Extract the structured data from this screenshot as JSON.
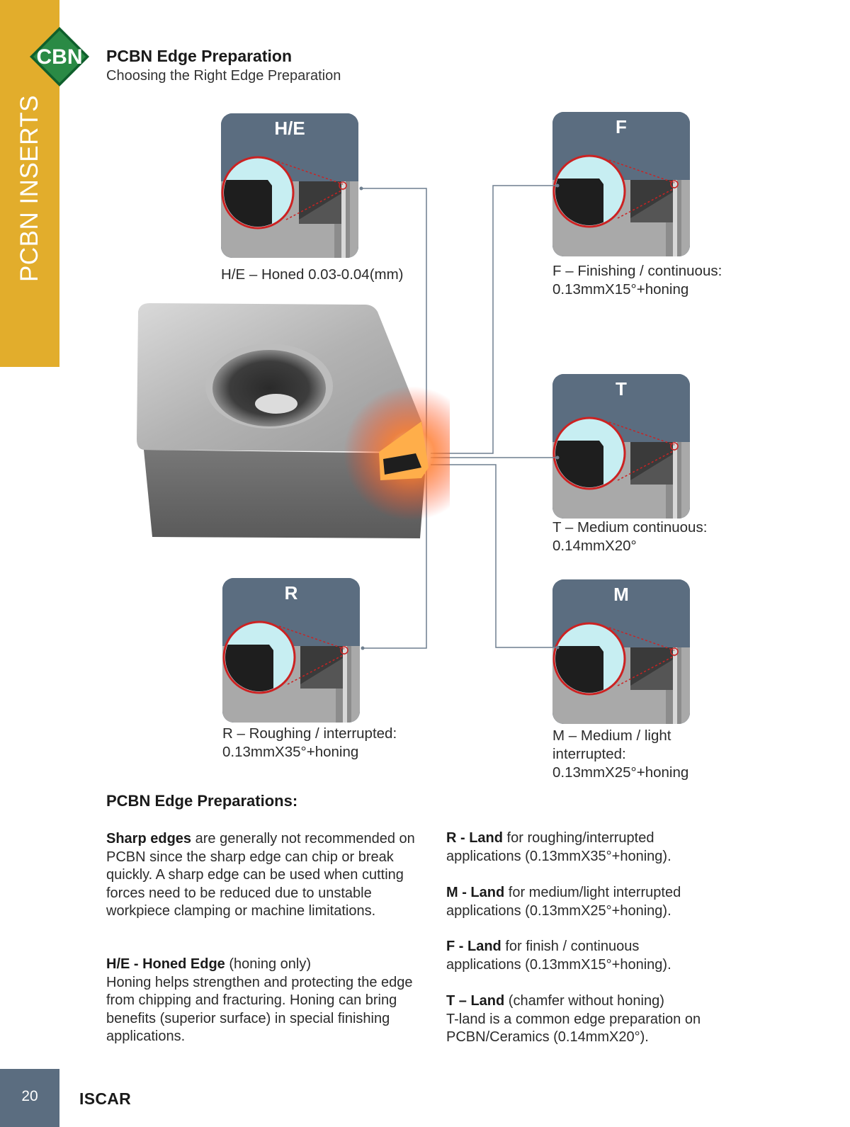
{
  "side_tab": {
    "text": "PCBN INSERTS"
  },
  "logo": {
    "text": "CBN"
  },
  "header": {
    "title": "PCBN Edge Preparation",
    "subtitle": "Choosing the Right Edge Preparation"
  },
  "preparations": [
    {
      "code": "H/E",
      "caption_line1": "H/E – Honed 0.03-0.04(mm)",
      "caption_line2": "",
      "caption_line3": ""
    },
    {
      "code": "F",
      "caption_line1": "F – Finishing / continuous:",
      "caption_line2": "0.13mmX15°+honing",
      "caption_line3": ""
    },
    {
      "code": "T",
      "caption_line1": "T – Medium continuous:",
      "caption_line2": "0.14mmX20°",
      "caption_line3": ""
    },
    {
      "code": "R",
      "caption_line1": "R – Roughing / interrupted:",
      "caption_line2": "0.13mmX35°+honing",
      "caption_line3": ""
    },
    {
      "code": "M",
      "caption_line1": "M – Medium / light",
      "caption_line2": "interrupted:",
      "caption_line3": "0.13mmX25°+honing"
    }
  ],
  "section": {
    "heading": "PCBN Edge Preparations:",
    "sharp": {
      "bold": "Sharp edges",
      "text": " are generally not recommended on PCBN since the sharp edge can chip or break quickly. A sharp edge can be used when cutting forces need to be reduced due to unstable workpiece clamping or machine limitations."
    },
    "honed": {
      "bold": "H/E - Honed Edge",
      "suffix": " (honing only)",
      "text": "Honing helps strengthen and protecting the edge from chipping and fracturing. Honing can bring benefits (superior surface) in special finishing applications."
    },
    "r_land": {
      "bold": "R - Land",
      "text": " for roughing/interrupted applications (0.13mmX35°+honing)."
    },
    "m_land": {
      "bold": "M - Land",
      "text": " for medium/light interrupted applications (0.13mmX25°+honing)."
    },
    "f_land": {
      "bold": "F - Land",
      "text": " for finish / continuous applications (0.13mmX15°+honing)."
    },
    "t_land": {
      "bold": "T – Land",
      "suffix": " (chamfer without honing)",
      "text": "T-land is a common edge preparation on PCBN/Ceramics (0.14mmX20°)."
    }
  },
  "footer": {
    "page_number": "20",
    "brand": "ISCAR"
  },
  "colors": {
    "tab": "#e2ad2c",
    "card": "#5b6d80",
    "logo_green": "#1f7a3a",
    "highlight": "#ff7a2a"
  }
}
